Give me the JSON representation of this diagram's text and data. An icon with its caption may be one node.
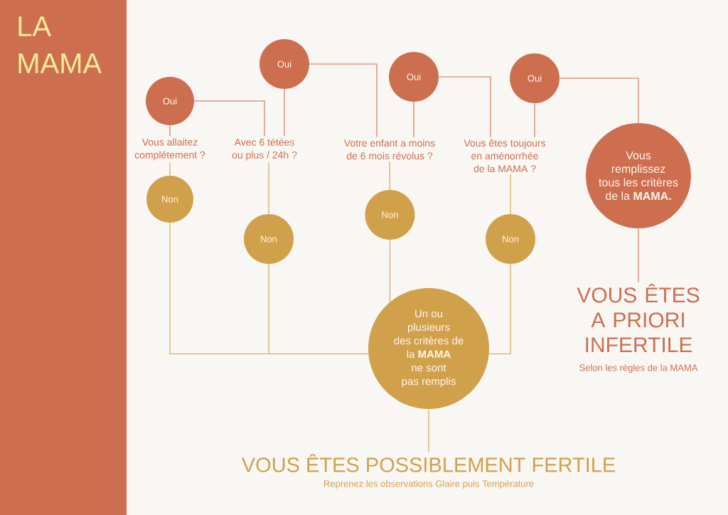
{
  "diagram": {
    "title": "LA MAMA",
    "nodes": [
      {
        "text": [
          "Vous allaitez complétement ?"
        ]
      },
      {
        "text": [
          "Oui"
        ]
      },
      {
        "text": [
          "Non"
        ]
      },
      {
        "text": [
          "Avec 6 tétées ou plus / 24h ?"
        ]
      },
      {
        "text": [
          "Oui"
        ]
      },
      {
        "text": [
          "Non"
        ]
      },
      {
        "text": [
          "Votre enfant a moins de 6 mois révolus ?"
        ]
      },
      {
        "text": [
          "Oui"
        ]
      },
      {
        "text": [
          "Non"
        ]
      },
      {
        "text": [
          "Vous êtes toujours en aménorrhée de la MAMA ?"
        ]
      },
      {
        "text": [
          "Oui"
        ]
      },
      {
        "text": [
          "Non"
        ]
      },
      {
        "text": [
          "Vous remplissez tous les critères de la **MAMA.**"
        ]
      },
      {
        "text": [
          "VOUS ÊTES A PRIORI INFERTILE"
        ],
        "beside": [
          "Selon les règles de la MAMA"
        ]
      },
      {
        "text": [
          "Un ou plusieurs des critères de la **MAMA** ne sont pas remplis"
        ]
      },
      {
        "text": [
          "VOUS ÊTES POSSIBLEMENT FERTILE"
        ],
        "beside": [
          "Reprenez les observations Glaire puis Température"
        ]
      }
    ],
    "edges": [
      {
        "from": 0,
        "to": 1,
        "arrow": "none"
      },
      {
        "from": 1,
        "to": 3,
        "arrow": "none"
      },
      {
        "from": 3,
        "to": 4,
        "arrow": "none"
      },
      {
        "from": 4,
        "to": 6,
        "arrow": "none"
      },
      {
        "from": 6,
        "to": 7,
        "arrow": "none"
      },
      {
        "from": 7,
        "to": 9,
        "arrow": "none"
      },
      {
        "from": 9,
        "to": 10,
        "arrow": "none"
      },
      {
        "from": 10,
        "to": 12,
        "arrow": "none"
      },
      {
        "from": 12,
        "to": 13,
        "arrow": "none"
      },
      {
        "from": 0,
        "to": 2,
        "arrow": "none",
        "color": "#d1a04b"
      },
      {
        "from": 2,
        "to": 14,
        "arrow": "none",
        "color": "#d1a04b"
      },
      {
        "from": 3,
        "to": 5,
        "arrow": "none",
        "color": "#d1a04b"
      },
      {
        "from": 5,
        "to": 14,
        "arrow": "none",
        "color": "#d1a04b"
      },
      {
        "from": 6,
        "to": 8,
        "arrow": "none",
        "color": "#d1a04b"
      },
      {
        "from": 8,
        "to": 14,
        "arrow": "none",
        "color": "#d1a04b"
      },
      {
        "from": 9,
        "to": 11,
        "arrow": "none",
        "color": "#d1a04b"
      },
      {
        "from": 11,
        "to": 14,
        "arrow": "none",
        "color": "#d1a04b"
      },
      {
        "from": 14,
        "to": 15,
        "arrow": "none",
        "color": "#d1a04b"
      }
    ]
  }
}
